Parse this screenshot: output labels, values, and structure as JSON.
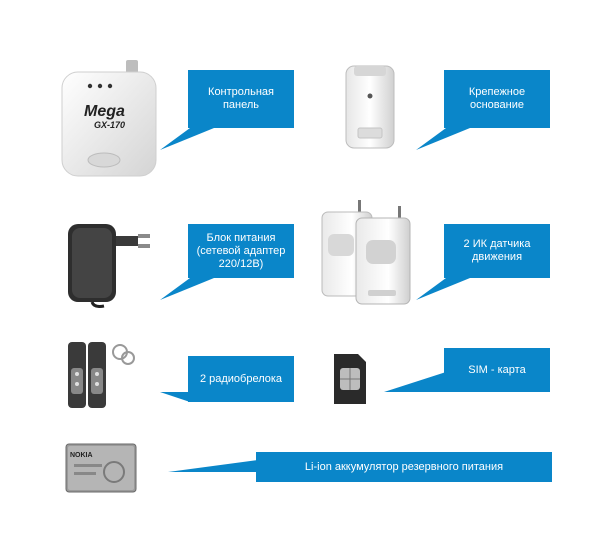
{
  "components": [
    {
      "id": "control_panel",
      "label": "Контрольная\nпанель",
      "device_text": "Mega\nGX-170"
    },
    {
      "id": "mount_base",
      "label": "Крепежное\nоснование"
    },
    {
      "id": "power_supply",
      "label": "Блок питания\n(сетевой адаптер\n220/12В)"
    },
    {
      "id": "motion_sensors",
      "label": "2 ИК датчика\nдвижения"
    },
    {
      "id": "key_fobs",
      "label": "2 радиобрелока"
    },
    {
      "id": "sim_card",
      "label": "SIM - карта"
    },
    {
      "id": "battery",
      "label": "Li-ion аккумулятор резервного питания",
      "device_text": "NOKIA"
    }
  ],
  "colors": {
    "callout": "#0a86c9",
    "device_body": "#f2f2f2",
    "device_shadow": "#c8c8c8",
    "dark": "#2a2a2a"
  }
}
